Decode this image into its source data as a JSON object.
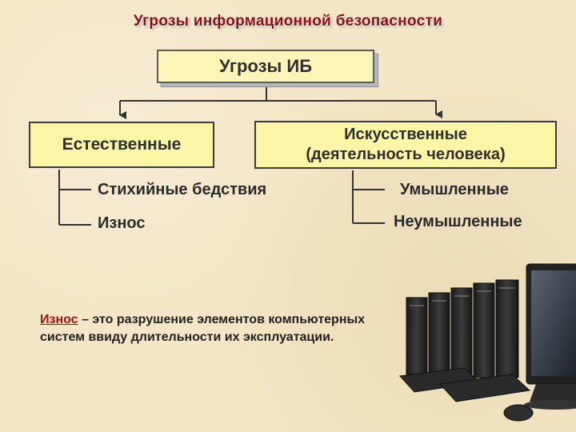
{
  "title": "Угрозы информационной безопасности",
  "diagram": {
    "root": "Угрозы ИБ",
    "natural": {
      "label": "Естественные",
      "children": [
        "Стихийные бедствия",
        "Износ"
      ]
    },
    "artificial": {
      "label_line1": "Искусственные",
      "label_line2": "(деятельность человека)",
      "children": [
        "Умышленные",
        "Неумышленные"
      ]
    }
  },
  "description": {
    "term": "Износ",
    "text": " – это разрушение элементов компьютерных систем ввиду длительности их эксплуатации."
  }
}
